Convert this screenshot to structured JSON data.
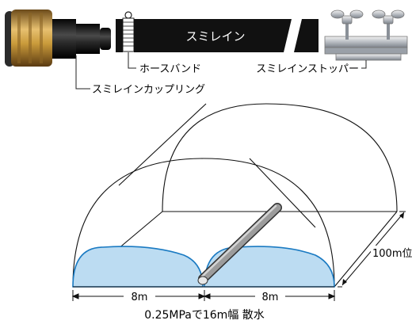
{
  "labels": {
    "hose": "スミレイン",
    "hose_band": "ホースバンド",
    "stopper": "スミレインストッパー",
    "coupling": "スミレインカップリング"
  },
  "dimensions": {
    "left_width": "8m",
    "right_width": "8m",
    "length": "100m位"
  },
  "caption": "0.25MPaで16m幅 散水",
  "colors": {
    "spray": "#bcdcf2",
    "spray_edge": "#1a7ac2",
    "hose_body": "#111111",
    "pipe": "#8c8c8c"
  },
  "icons": {
    "coupling": "hose-coupling-icon",
    "band": "hose-band-icon",
    "stopper": "wing-nut-stopper-icon"
  }
}
